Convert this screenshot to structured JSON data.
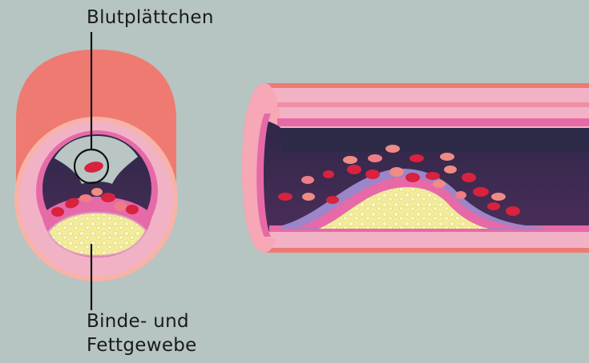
{
  "labels": {
    "platelets": "Blutplättchen",
    "tissue_line1": "Binde- und",
    "tissue_line2": "Fettgewebe"
  },
  "colors": {
    "background": "#b6c4c2",
    "vessel_outer": "#ef7a72",
    "vessel_wall": "#f2b2c6",
    "inner_lining": "#e66aa8",
    "lumen": "#3a2a50",
    "plaque_fat": "#f3ec9a",
    "red_blood_cells": "#d8223e",
    "platelets": "#ef8c84"
  }
}
